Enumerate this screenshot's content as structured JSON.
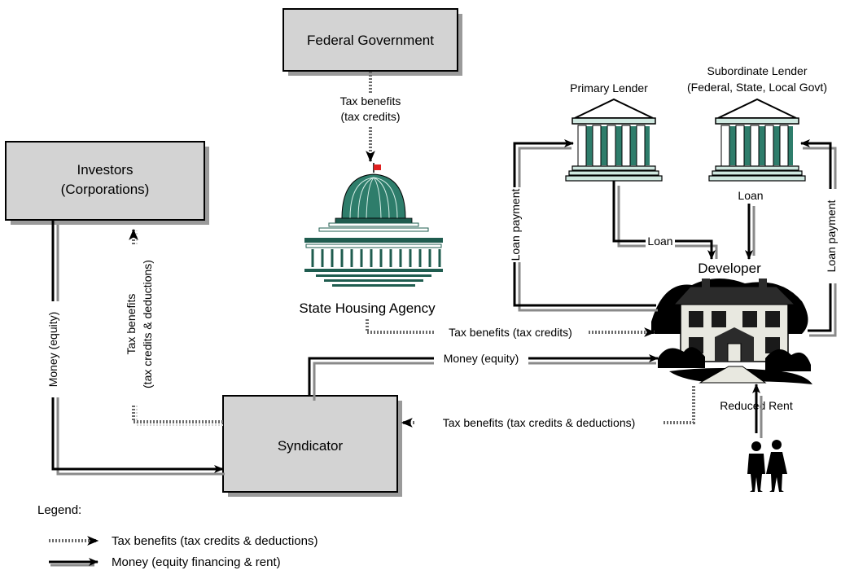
{
  "nodes": {
    "federal_government": "Federal Government",
    "investors_line1": "Investors",
    "investors_line2": "(Corporations)",
    "syndicator": "Syndicator",
    "state_housing_agency": "State Housing Agency",
    "primary_lender": "Primary Lender",
    "subordinate_lender_line1": "Subordinate Lender",
    "subordinate_lender_line2": "(Federal, State, Local Govt)",
    "developer": "Developer",
    "reduced_rent": "Reduced Rent"
  },
  "flows": {
    "fed_tax_line1": "Tax benefits",
    "fed_tax_line2": "(tax credits)",
    "investor_tax_line1": "Tax benefits",
    "investor_tax_line2": "(tax credits & deductions)",
    "money_equity_vertical": "Money (equity)",
    "agency_tax": "Tax benefits (tax credits)",
    "syndicator_money": "Money (equity)",
    "developer_tax": "Tax benefits (tax credits & deductions)",
    "primary_loan": "Loan",
    "subordinate_loan": "Loan",
    "loan_payment_left": "Loan payment",
    "loan_payment_right": "Loan payment"
  },
  "legend": {
    "title": "Legend:",
    "tax_entry": "Tax benefits (tax credits & deductions)",
    "money_entry": "Money (equity financing & rent)"
  },
  "colors": {
    "box_fill": "#d3d3d3",
    "building_green": "#2e7d6b",
    "building_dark": "#1f5c4f",
    "flag_red": "#e02020"
  }
}
